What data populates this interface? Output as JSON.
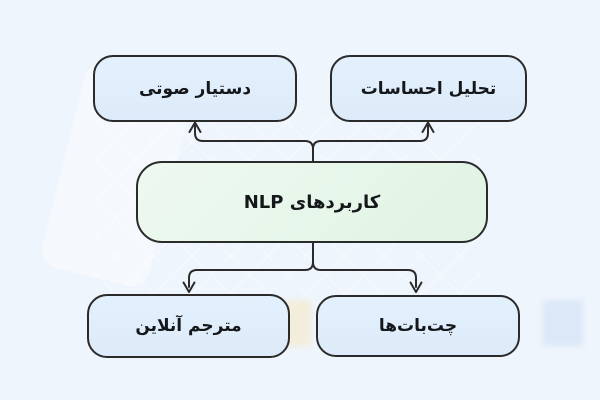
{
  "diagram": {
    "type": "mindmap-flowchart",
    "direction": "rtl",
    "center_node": {
      "id": "nlp-applications",
      "label": "کاربردهای NLP"
    },
    "branch_nodes": [
      {
        "id": "voice-assistant",
        "label": "دستیار صوتی",
        "position": "top-left"
      },
      {
        "id": "sentiment-analysis",
        "label": "تحلیل احساسات",
        "position": "top-right"
      },
      {
        "id": "online-translator",
        "label": "مترجم آنلاین",
        "position": "bottom-left"
      },
      {
        "id": "chatbots",
        "label": "چت‌بات‌ها",
        "position": "bottom-right"
      }
    ],
    "edges": [
      {
        "from": "nlp-applications",
        "to": "voice-assistant"
      },
      {
        "from": "nlp-applications",
        "to": "sentiment-analysis"
      },
      {
        "from": "nlp-applications",
        "to": "online-translator"
      },
      {
        "from": "nlp-applications",
        "to": "chatbots"
      }
    ],
    "colors": {
      "background": "#eff5fc",
      "branch_node_fill": "#e0edfb",
      "center_node_fill": "#e6f4e8",
      "node_border": "#2b2b2b",
      "connector_stroke": "#2b2b2b",
      "text": "#15181b"
    }
  }
}
